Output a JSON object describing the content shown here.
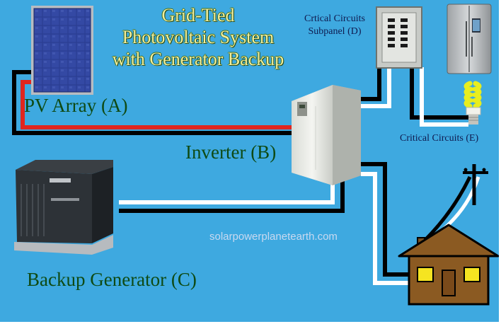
{
  "title": {
    "line1": "Grid-Tied",
    "line2": "Photovoltaic System",
    "line3": "with Generator Backup"
  },
  "labels": {
    "pv_array": "PV Array (A)",
    "inverter": "Inverter (B)",
    "generator": "Backup Generator (C)",
    "subpanel_line1": "Crtical Circuits",
    "subpanel_line2": "Subpanel (D)",
    "critical_circuits": "Critical Circuits (E)"
  },
  "watermark": "solarpowerplanetearth.com",
  "colors": {
    "background": "#3ea9e0",
    "title_text": "#f3efa0",
    "label_green": "#0e4a14",
    "label_navy": "#0f1a4f",
    "wire_black": "#000000",
    "wire_red": "#e0261f",
    "wire_white": "#ffffff"
  }
}
